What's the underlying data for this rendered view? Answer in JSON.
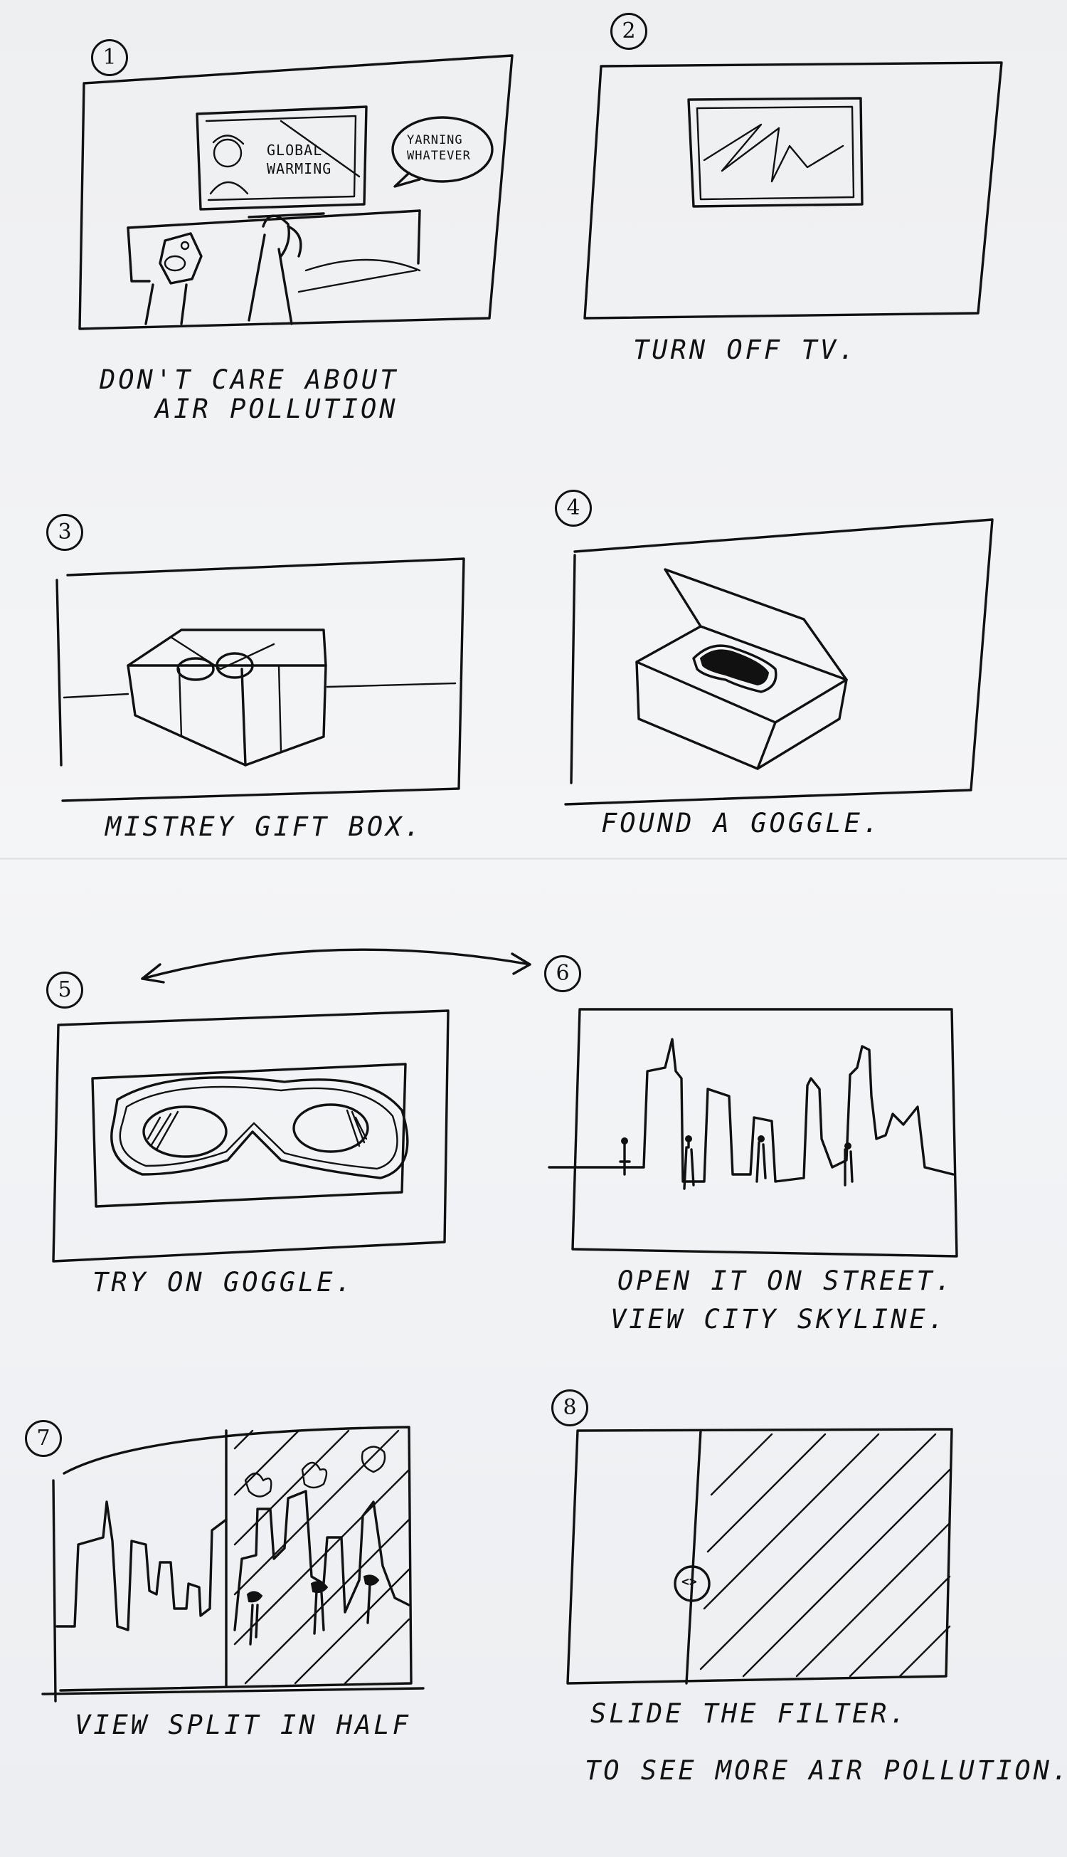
{
  "frames": [
    {
      "number": "1",
      "caption_line1": "DON'T CARE ABOUT",
      "caption_line2": "AIR POLLUTION",
      "tv_line1": "GLOBAL",
      "tv_line2": "WARMING",
      "bubble_line1": "YARNING",
      "bubble_line2": "WHATEVER"
    },
    {
      "number": "2",
      "caption_line1": "TURN OFF TV."
    },
    {
      "number": "3",
      "caption_line1": "MISTREY GIFT BOX."
    },
    {
      "number": "4",
      "caption_line1": "FOUND A GOGGLE."
    },
    {
      "number": "5",
      "caption_line1": "TRY ON GOGGLE."
    },
    {
      "number": "6",
      "caption_line1": "OPEN IT ON STREET.",
      "caption_line2": "VIEW CITY SKYLINE."
    },
    {
      "number": "7",
      "caption_line1": "VIEW SPLIT IN HALF"
    },
    {
      "number": "8",
      "caption_line1": "SLIDE THE FILTER.",
      "caption_line2": "TO SEE MORE AIR POLLUTION.",
      "slider_glyph": "<>"
    }
  ]
}
